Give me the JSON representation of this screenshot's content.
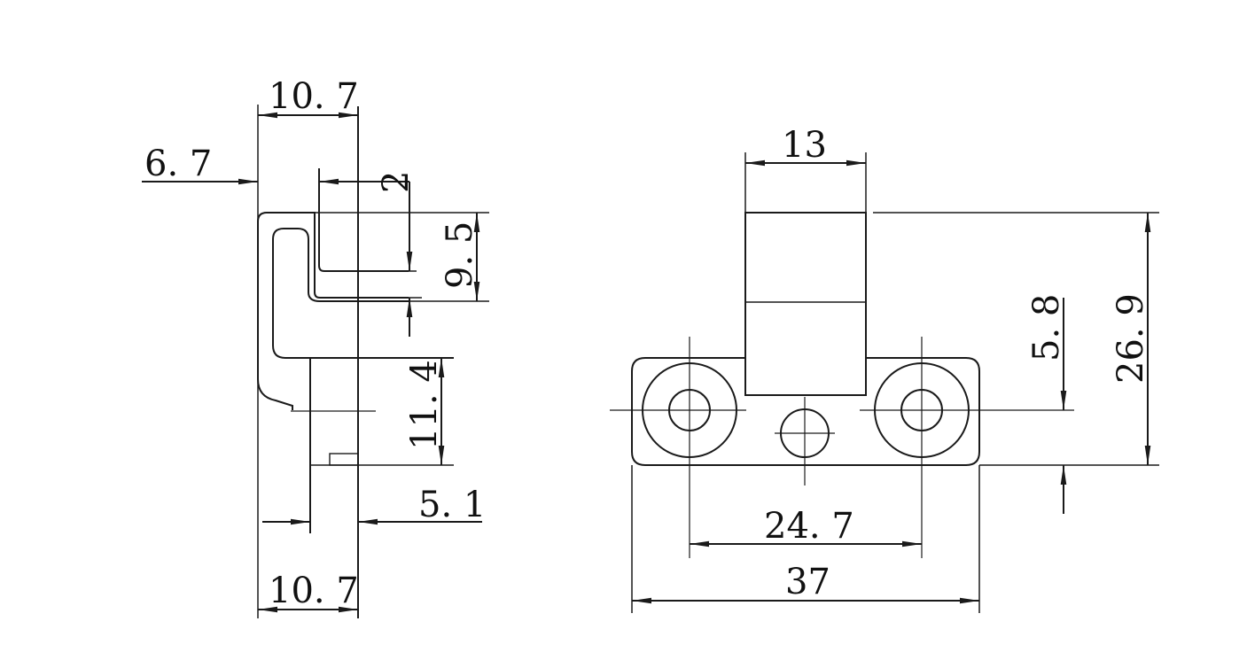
{
  "side_view": {
    "dim_top_width": "10. 7",
    "dim_offset": "6. 7",
    "dim_slot": "2",
    "dim_slot_height": "9. 5",
    "dim_lower_height": "11. 4",
    "dim_lower_thickness": "5. 1",
    "dim_bottom_width": "10. 7"
  },
  "front_view": {
    "dim_top_width": "13",
    "dim_total_height": "26. 9",
    "dim_hole_height": "5. 8",
    "dim_hole_spacing": "24. 7",
    "dim_total_width": "37"
  }
}
